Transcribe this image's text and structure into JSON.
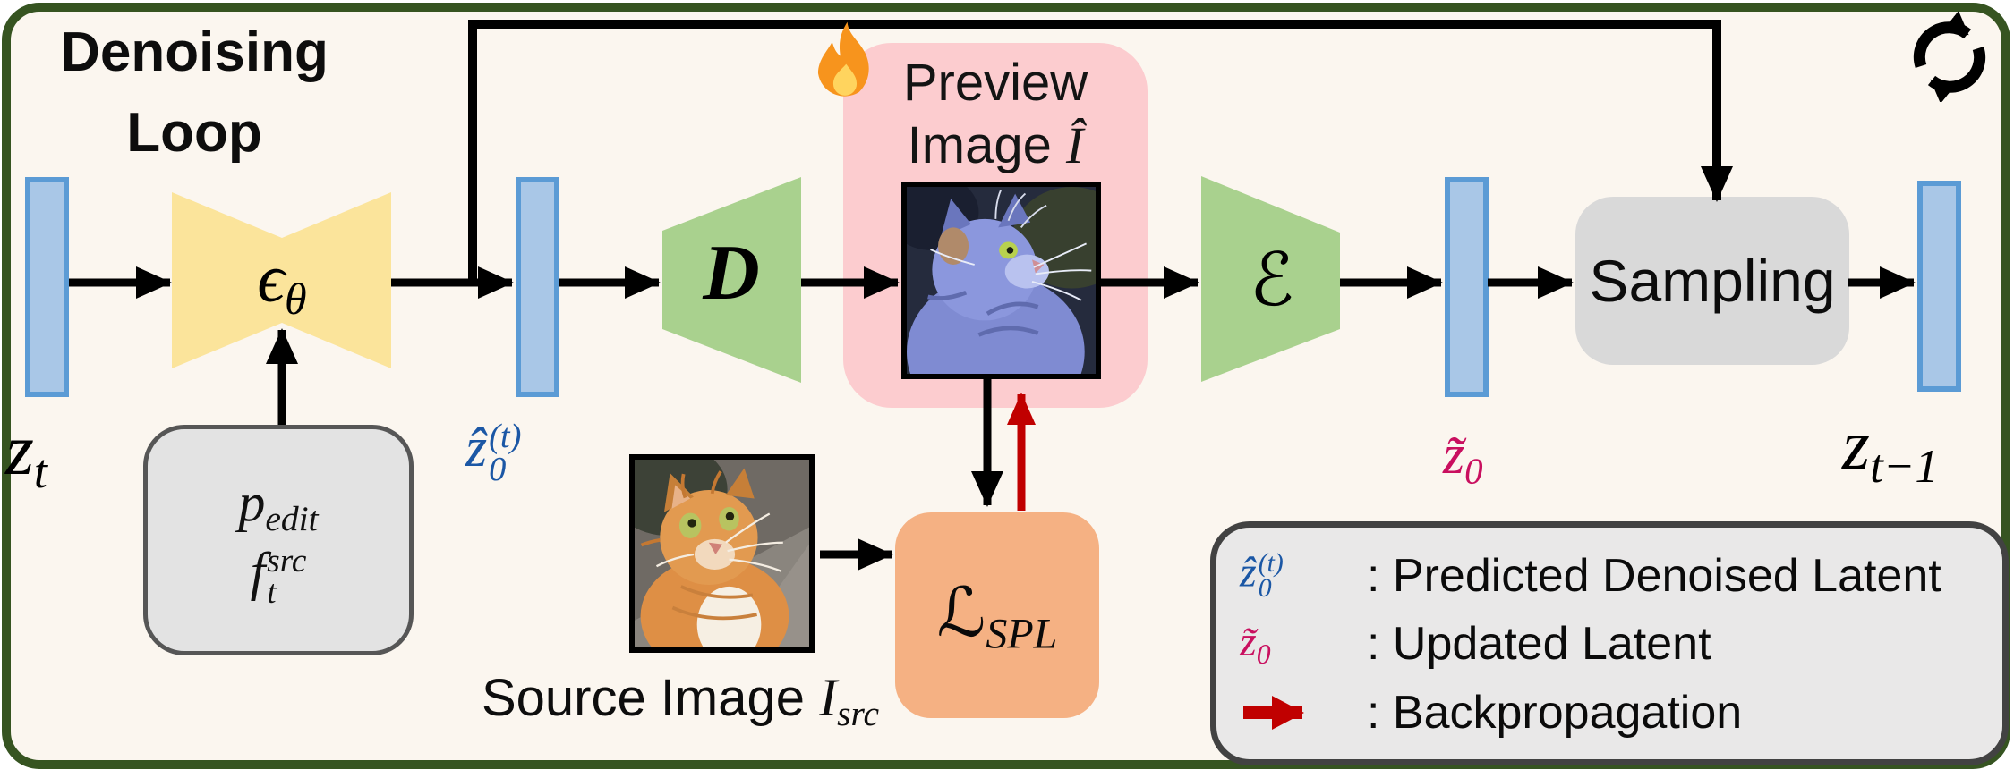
{
  "title": {
    "line1": "Denoising",
    "line2": "Loop"
  },
  "labels": {
    "z_t": {
      "base": "z",
      "sub": "t"
    },
    "z_hat": {
      "base": "ẑ",
      "sup": "(t)",
      "sub": "0"
    },
    "z_tilde": {
      "base": "z̃",
      "sub": "0"
    },
    "z_t_minus_1": {
      "base": "z",
      "sub": "t−1"
    }
  },
  "blocks": {
    "unet": {
      "base": "ϵ",
      "sub": "θ"
    },
    "conditioning": {
      "prompt": {
        "base": "p",
        "sub": "edit"
      },
      "feature": {
        "base": "f",
        "sup": "src",
        "sub": "t"
      }
    },
    "decoder": {
      "label": "D"
    },
    "encoder": {
      "label": "ℰ"
    },
    "sampling": {
      "label": "Sampling"
    },
    "loss": {
      "base": "ℒ",
      "sub": "SPL"
    }
  },
  "preview": {
    "line1": "Preview",
    "line2_text": "Image",
    "line2_math": "Î",
    "image": "edited-cat-photo-blue"
  },
  "source": {
    "caption_text": "Source Image",
    "math": {
      "base": "I",
      "sub": "src"
    },
    "image": "source-cat-photo-orange"
  },
  "legend": {
    "rows": [
      {
        "symbol": {
          "base": "ẑ",
          "sup": "(t)",
          "sub": "0"
        },
        "text": ": Predicted Denoised Latent"
      },
      {
        "symbol": {
          "base": "z̃",
          "sub": "0"
        },
        "text": ": Updated Latent"
      },
      {
        "symbol": "backprop-arrow",
        "text": ": Backpropagation"
      }
    ]
  },
  "icons": {
    "flame": "flame-icon",
    "refresh": "refresh-loop-icon",
    "backprop_arrow": "backprop-arrow-icon"
  },
  "colors": {
    "background": "#FBF6EF",
    "frame_green": "#365421",
    "latent_fill": "#A9C7E7",
    "latent_border": "#5B9BD5",
    "unet_yellow": "#FBE49B",
    "codec_green": "#A9D18E",
    "preview_pink": "#FCCCCF",
    "loss_orange": "#F5B183",
    "box_gray": "#E3E3E3",
    "box_gray_border": "#565656",
    "sampling_gray": "#D9D9D9",
    "legend_fill": "#E9E8E8",
    "legend_border": "#424242",
    "zhat_blue": "#1B57A5",
    "ztilde_crimson": "#C90F5F",
    "backprop_red": "#C00000",
    "arrow_black": "#000000"
  }
}
